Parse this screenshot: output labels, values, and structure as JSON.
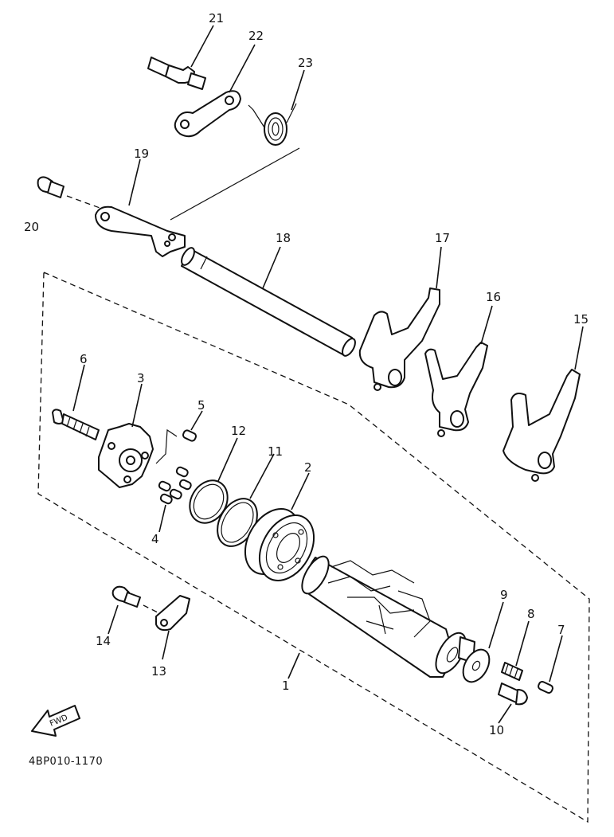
{
  "diagram": {
    "code": "4BP010-1170",
    "fwd_label": "FWD",
    "callouts": [
      {
        "id": "c21",
        "label": "21"
      },
      {
        "id": "c22",
        "label": "22"
      },
      {
        "id": "c23",
        "label": "23"
      },
      {
        "id": "c19",
        "label": "19"
      },
      {
        "id": "c20",
        "label": "20"
      },
      {
        "id": "c18",
        "label": "18"
      },
      {
        "id": "c17",
        "label": "17"
      },
      {
        "id": "c16",
        "label": "16"
      },
      {
        "id": "c15",
        "label": "15"
      },
      {
        "id": "c6",
        "label": "6"
      },
      {
        "id": "c3",
        "label": "3"
      },
      {
        "id": "c5",
        "label": "5"
      },
      {
        "id": "c12",
        "label": "12"
      },
      {
        "id": "c11",
        "label": "11"
      },
      {
        "id": "c2",
        "label": "2"
      },
      {
        "id": "c4",
        "label": "4"
      },
      {
        "id": "c9",
        "label": "9"
      },
      {
        "id": "c8",
        "label": "8"
      },
      {
        "id": "c7",
        "label": "7"
      },
      {
        "id": "c14",
        "label": "14"
      },
      {
        "id": "c13",
        "label": "13"
      },
      {
        "id": "c1",
        "label": "1"
      },
      {
        "id": "c10",
        "label": "10"
      }
    ]
  }
}
